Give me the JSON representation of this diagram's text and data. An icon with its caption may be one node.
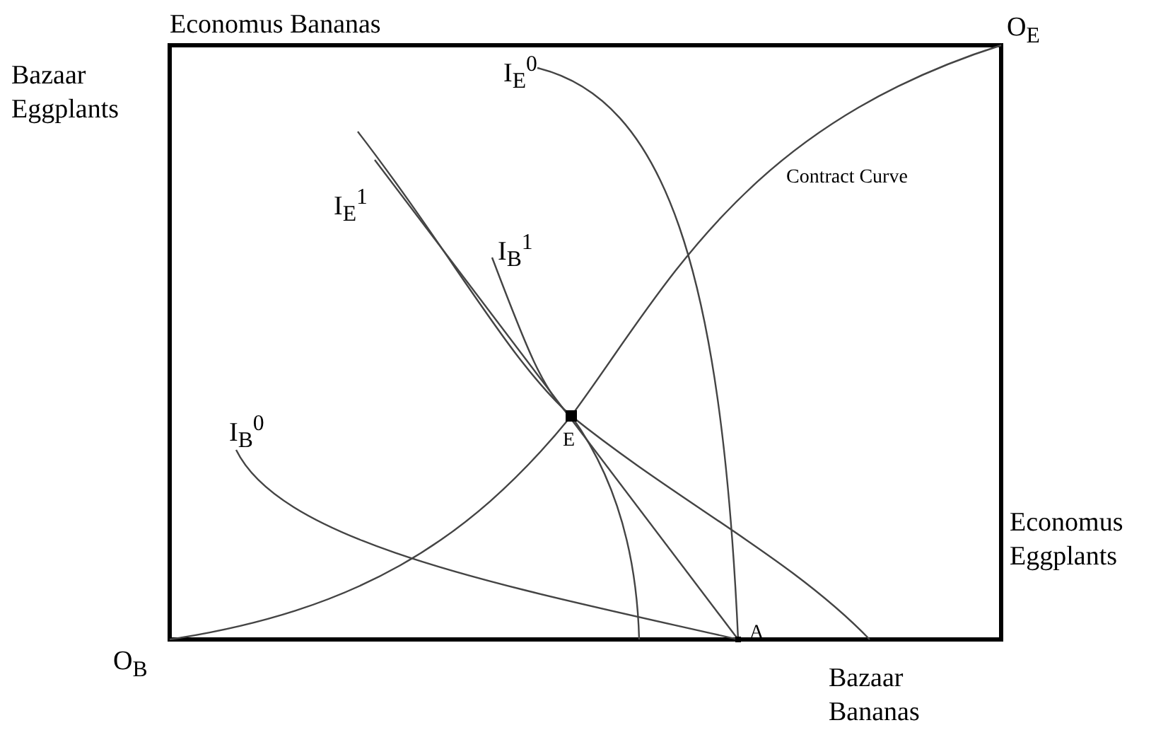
{
  "diagram": {
    "labels": [
      "Economus Bananas",
      "Bazaar Eggplants",
      "O$_{E}$",
      "I$_{E}$$^{0}$",
      "Contract Curve",
      "I$_{E}$$^{1}$",
      "I$_{B}$$^{1}$",
      "I$_{B}$$^{0}$",
      "E",
      "Economus Eggplants",
      "A",
      "O$_{B}$",
      "Bazaar Bananas"
    ]
  }
}
